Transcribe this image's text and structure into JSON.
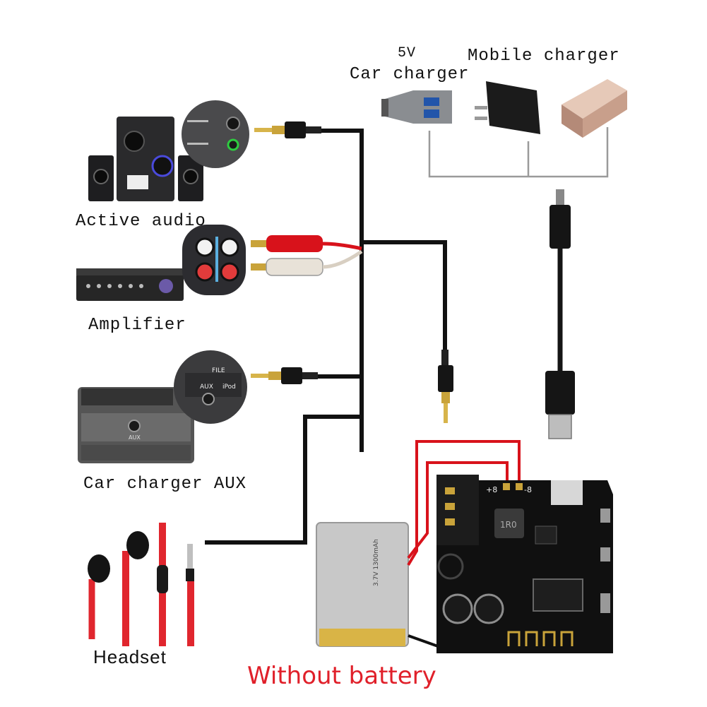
{
  "labels": {
    "car_charger_5v_line1": "5V",
    "car_charger_5v_line2": "Car charger",
    "mobile_charger": "Mobile charger",
    "active_audio": "Active audio",
    "amplifier": "Amplifier",
    "car_charger_aux": "Car charger AUX",
    "headset": "Headset",
    "without_battery": "Without battery"
  },
  "insets": {
    "aux_panel_file": "FILE",
    "aux_panel_aux": "AUX",
    "aux_panel_ipod": "iPod",
    "car_dash_aux": "AUX"
  },
  "board": {
    "plus_label": "+8",
    "minus_label": "-8",
    "inductor_code": "1R0"
  },
  "battery": {
    "voltage_text": "3.7V 1300mAh"
  },
  "colors": {
    "wire": "#111111",
    "red_wire": "#d8121b",
    "title": "#e0202a",
    "board": "#101010"
  }
}
